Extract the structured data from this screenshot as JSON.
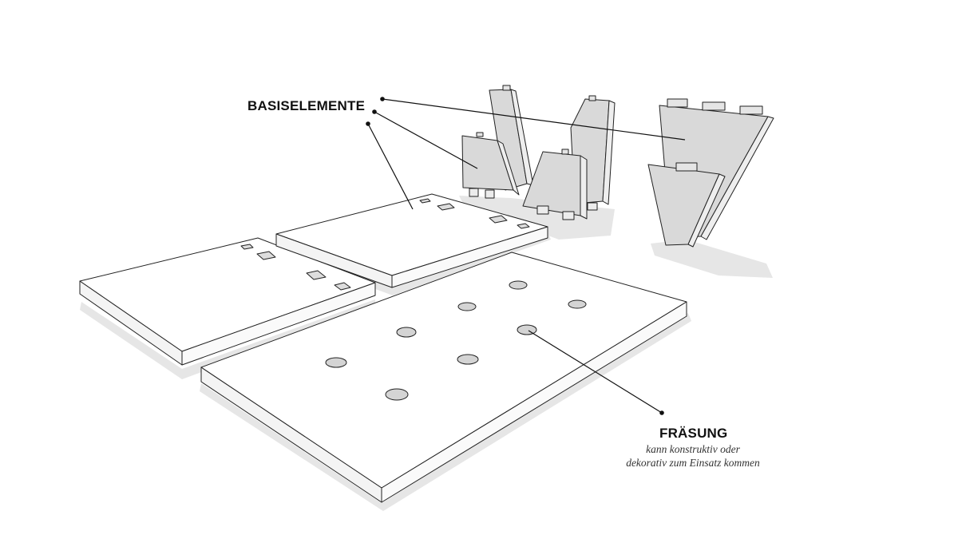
{
  "labels": {
    "base_elements": "BASISELEMENTE",
    "milling": "FRÄSUNG",
    "milling_caption_line1": "kann konstruktiv oder",
    "milling_caption_line2": "dekorativ zum Einsatz kommen"
  },
  "colors": {
    "line": "#222222",
    "face_light": "#ffffff",
    "face_grey": "#d9d9d9",
    "face_side": "#f2f2f2",
    "shadow": "#e6e6e6",
    "hole": "#d4d4d4"
  }
}
